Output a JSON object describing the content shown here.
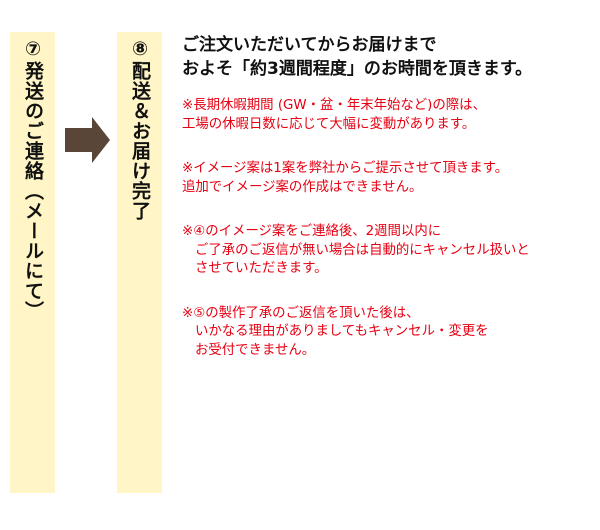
{
  "steps": [
    {
      "number": "⑦",
      "label": "⑦発送のご連絡（メールにて）"
    },
    {
      "number": "⑧",
      "label": "⑧配送＆お届け完了"
    }
  ],
  "arrow": {
    "icon": "right-arrow-icon",
    "color": "#5a4638"
  },
  "heading": {
    "line1": "ご注文いただいてからお届けまで",
    "line2": "およそ「約3週間程度」のお時間を頂きます。"
  },
  "notes": [
    {
      "lines": [
        "※長期休暇期間 (GW・盆・年末年始など)の際は、",
        "工場の休暇日数に応じて大幅に変動があります。"
      ]
    },
    {
      "lines": [
        "※イメージ案は1案を弊社からご提示させて頂きます。",
        "追加でイメージ案の作成はできません。"
      ]
    },
    {
      "lines": [
        "※④のイメージ案をご連絡後、2週間以内に",
        "ご了承のご返信が無い場合は自動的にキャンセル扱いと",
        "させていただきます。"
      ]
    },
    {
      "lines": [
        "※⑤の製作了承のご返信を頂いた後は、",
        "いかなる理由がありましてもキャンセル・変更を",
        "お受付できません。"
      ]
    }
  ],
  "colors": {
    "column_bg": "#fff5c6",
    "note_red": "#e60012",
    "heading_text": "#111111",
    "arrow": "#5a4638"
  }
}
